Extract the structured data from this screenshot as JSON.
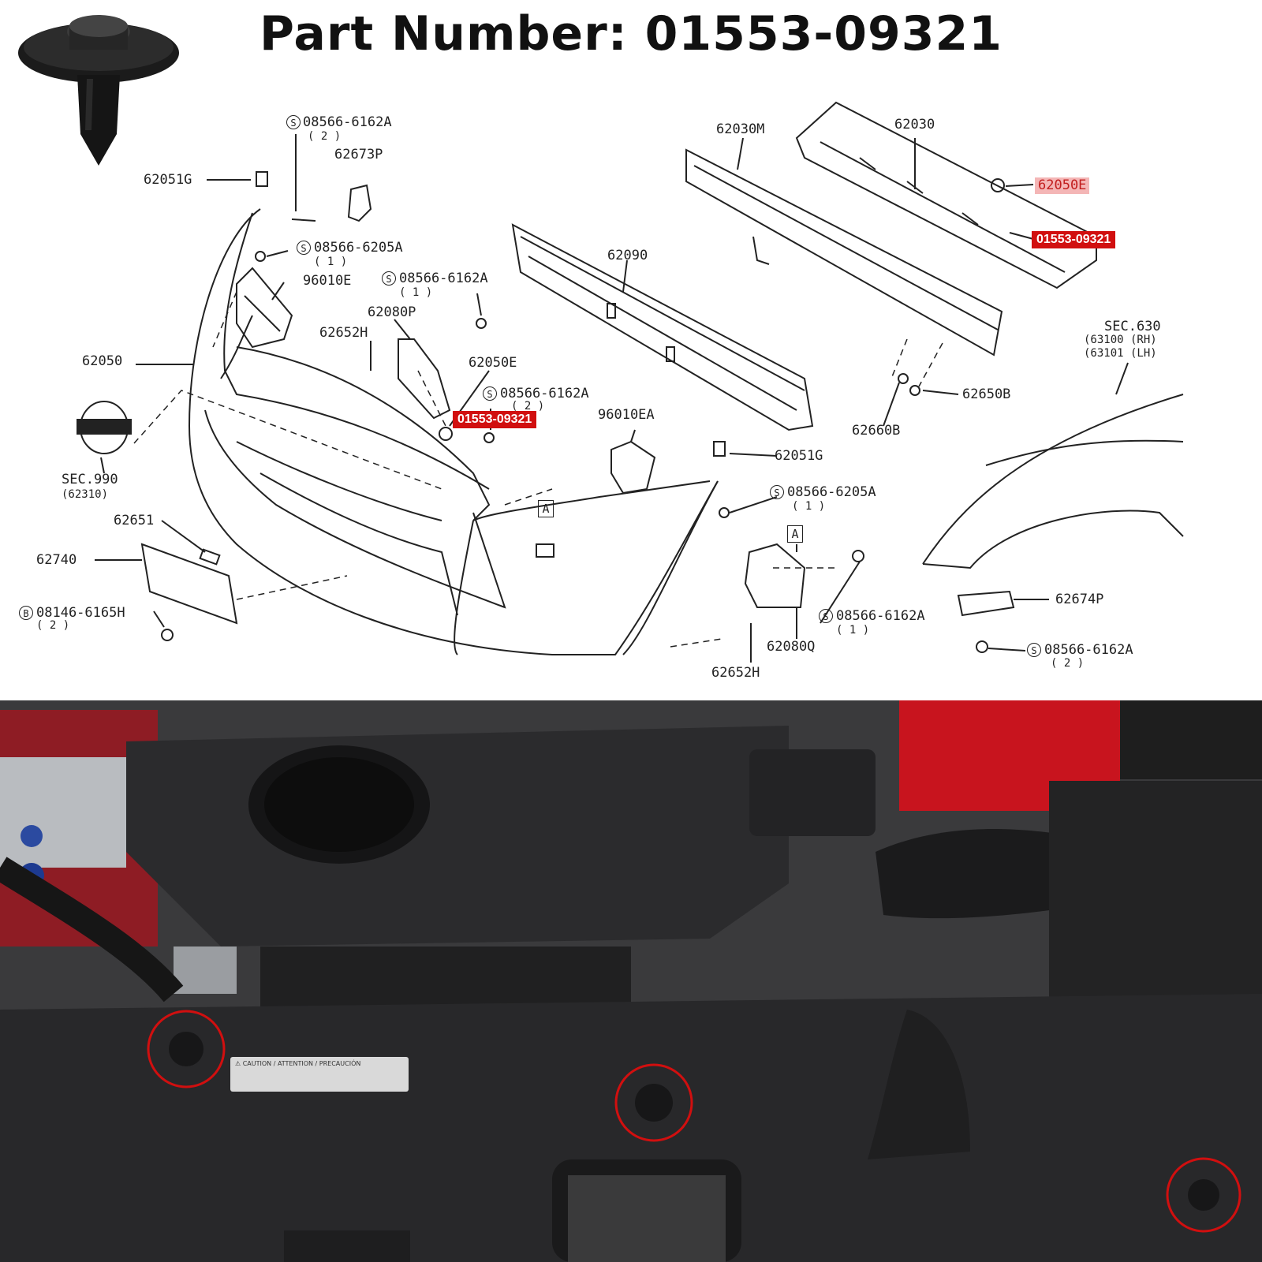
{
  "title": "Part Number: 01553-09321",
  "labels": {
    "s1": "08566-6162A",
    "s1q": "( 2 )",
    "p62673P": "62673P",
    "p62051G_a": "62051G",
    "s2": "08566-6205A",
    "s2q": "( 1 )",
    "p96010E": "96010E",
    "s3": "08566-6162A",
    "s3q": "( 1 )",
    "p62080P": "62080P",
    "p62652H_a": "62652H",
    "p62050": "62050",
    "p62050E": "62050E",
    "s4": "08566-6162A",
    "s4q": "( 2 )",
    "red_center": "01553-09321",
    "p96010EA": "96010EA",
    "p62051G_b": "62051G",
    "s5": "08566-6205A",
    "s5q": "( 1 )",
    "sec990": "SEC.990",
    "sec990b": "(62310)",
    "p62651": "62651",
    "p62740": "62740",
    "b1": "08146-6165H",
    "b1q": "( 2 )",
    "p62090": "62090",
    "p62030M": "62030M",
    "p62030": "62030",
    "pink_62050E": "62050E",
    "red_right": "01553-09321",
    "sec630": "SEC.630",
    "sec630rh": "(63100 (RH)",
    "sec630lh": "(63101 (LH)",
    "p62650B": "62650B",
    "p62660B": "62660B",
    "s6": "08566-6162A",
    "s6q": "( 1 )",
    "p62080Q": "62080Q",
    "p62652H_b": "62652H",
    "p62674P": "62674P",
    "s7": "08566-6162A",
    "s7q": "( 2 )",
    "markA": "A",
    "markS": "S",
    "markB": "B"
  },
  "photo": {
    "warning_text": "⚠ CAUTION / ATTENTION / PRECAUCIÓN"
  },
  "colors": {
    "highlight": "#d10f0f",
    "highlight_soft": "#f4b6b6",
    "cover": "#2b2b2d"
  }
}
